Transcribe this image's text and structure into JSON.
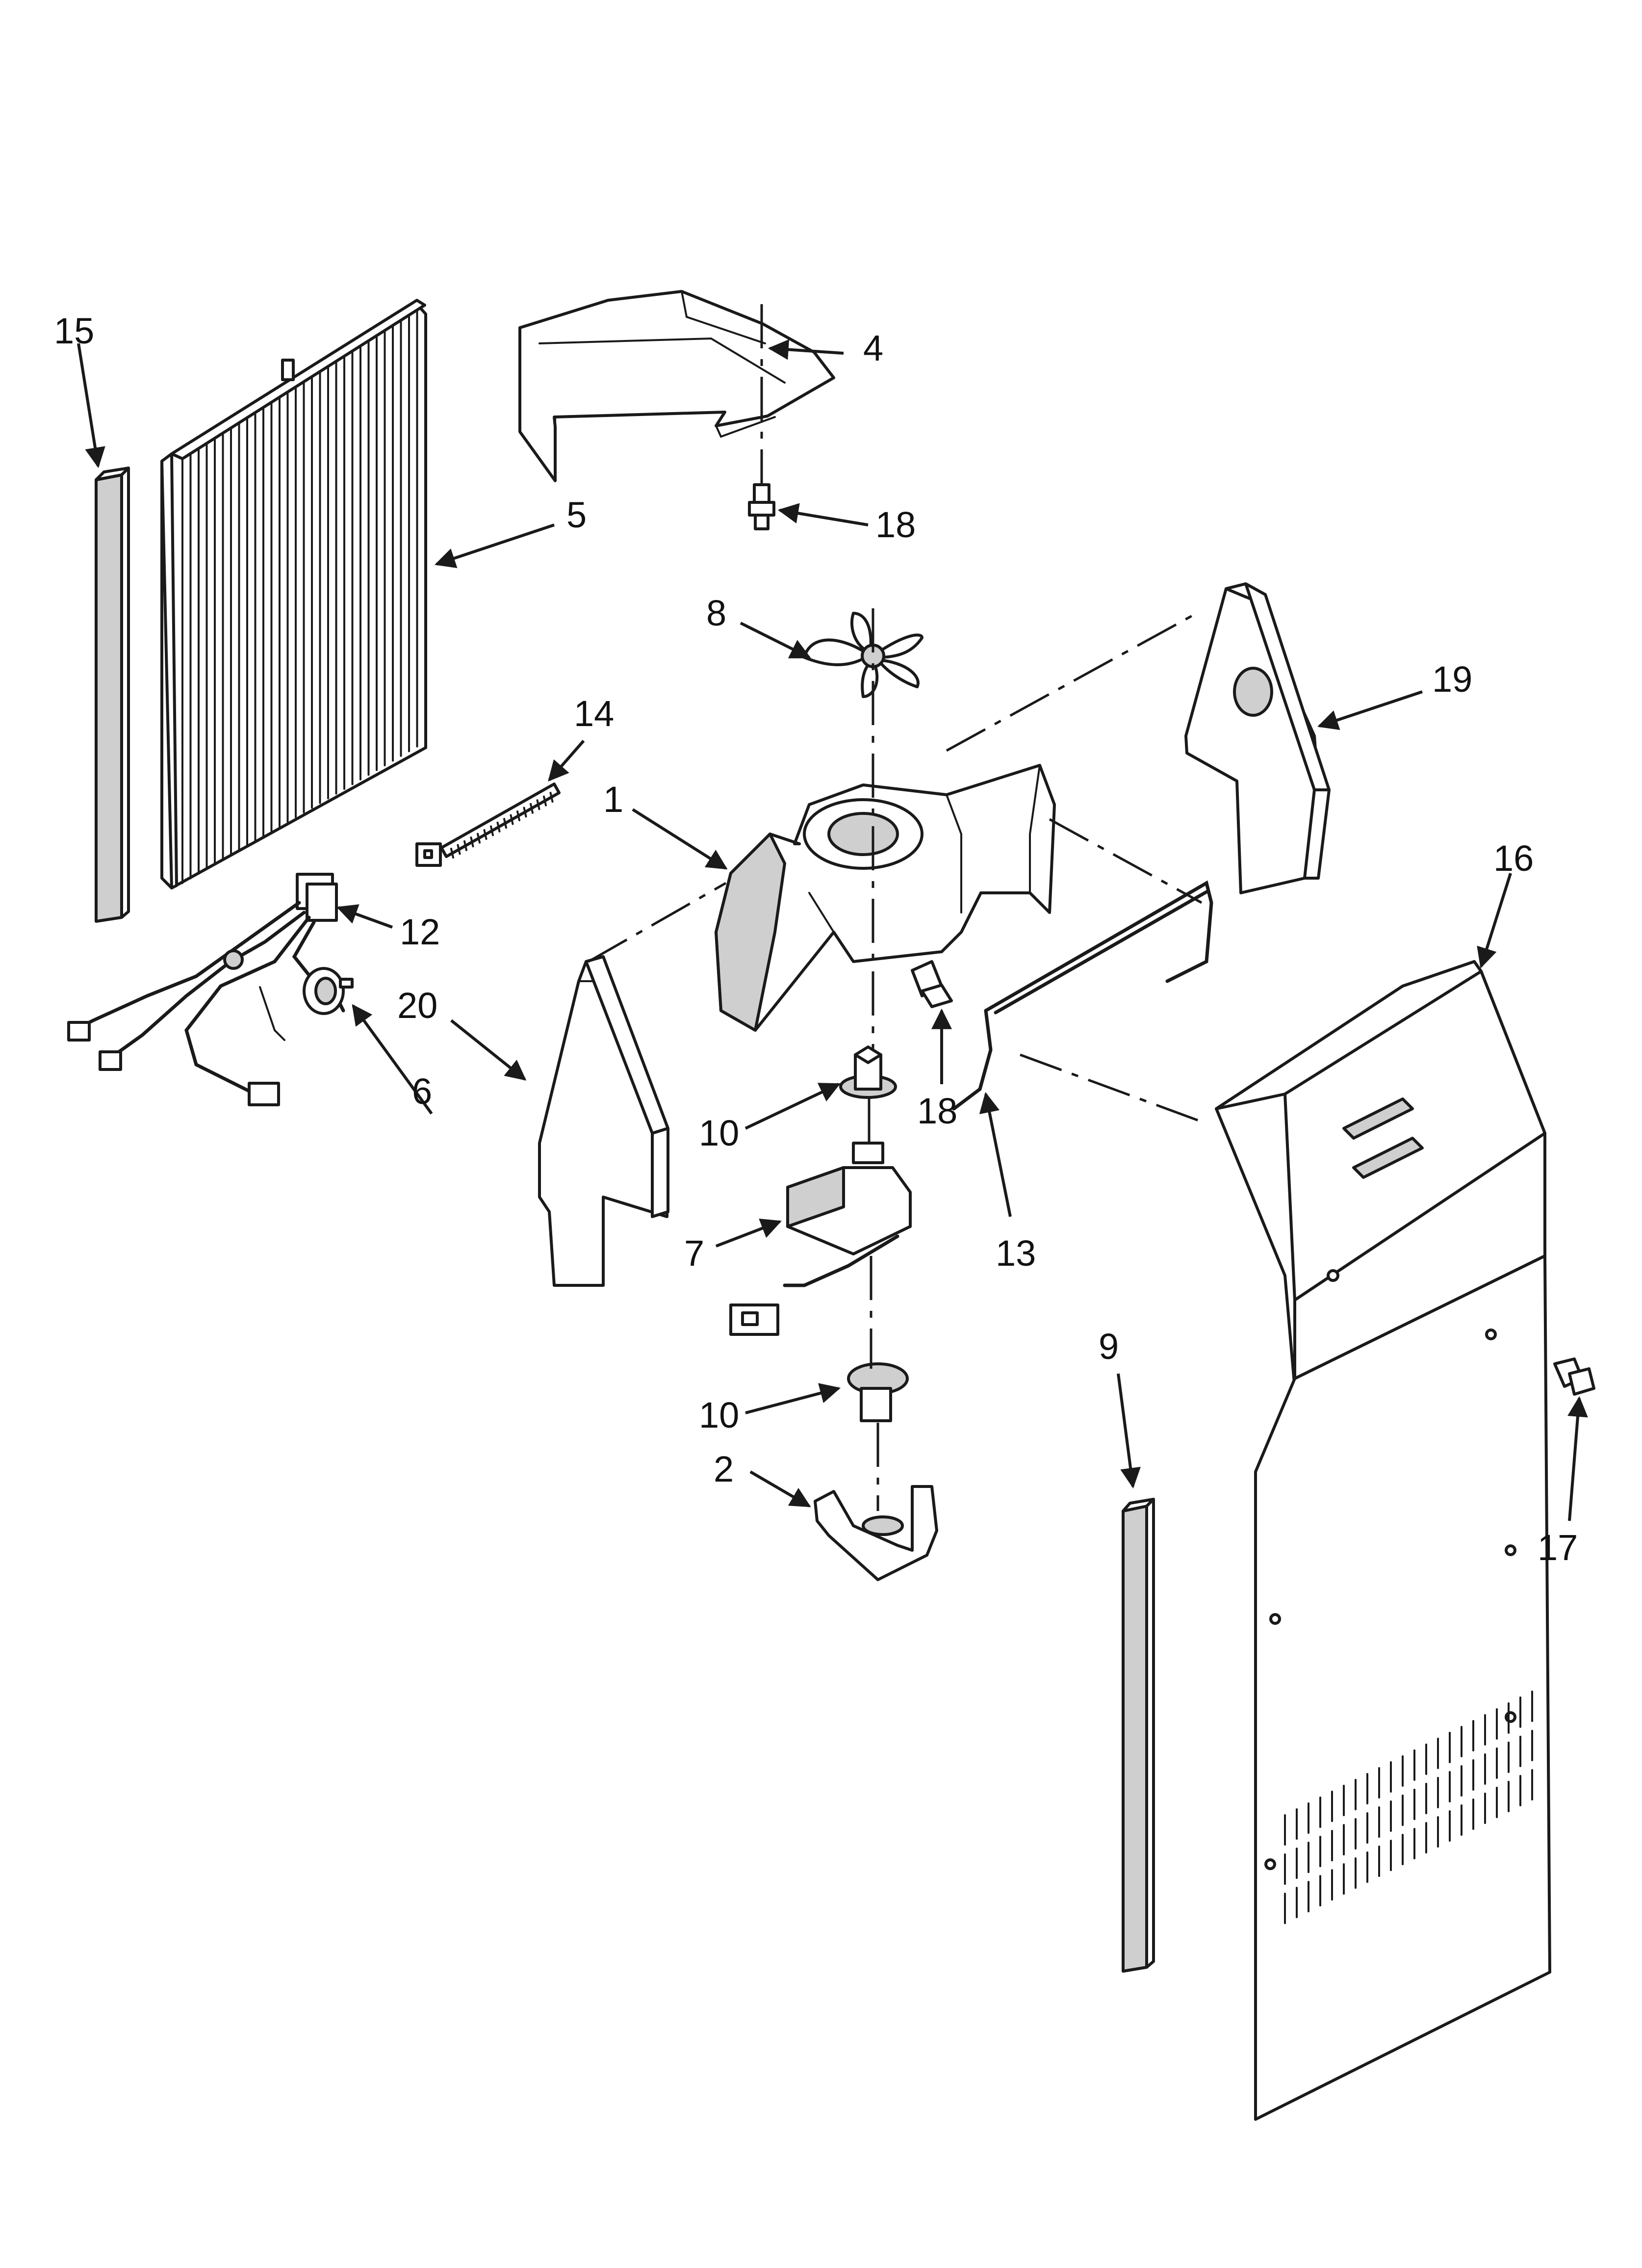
{
  "callouts": {
    "c1": "1",
    "c2": "2",
    "c4": "4",
    "c5": "5",
    "c6": "6",
    "c7": "7",
    "c8": "8",
    "c9": "9",
    "c10a": "10",
    "c10b": "10",
    "c12": "12",
    "c13": "13",
    "c14": "14",
    "c15": "15",
    "c16": "16",
    "c17": "17",
    "c18a": "18",
    "c18b": "18",
    "c19": "19",
    "c20": "20"
  }
}
